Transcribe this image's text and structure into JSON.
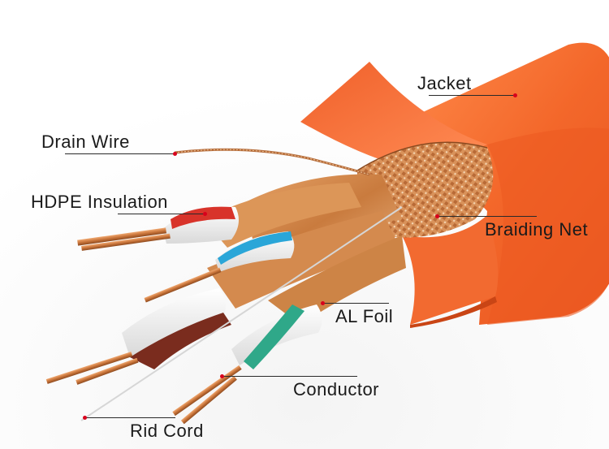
{
  "diagram": {
    "labels": {
      "jacket": "Jacket",
      "drain_wire": "Drain Wire",
      "hdpe_insulation": "HDPE Insulation",
      "braiding_net": "Braiding Net",
      "al_foil": "AL Foil",
      "conductor": "Conductor",
      "rid_cord": "Rid Cord"
    },
    "colors": {
      "jacket": "#f3672a",
      "braid": "#d68a4e",
      "foil": "#d2884c",
      "copper": "#c8743a",
      "pair_red": "#d8332a",
      "pair_blue": "#2aa6d8",
      "pair_brown": "#7a2c1e",
      "pair_green": "#2fa889",
      "pointer_dot": "#d8001c"
    }
  }
}
